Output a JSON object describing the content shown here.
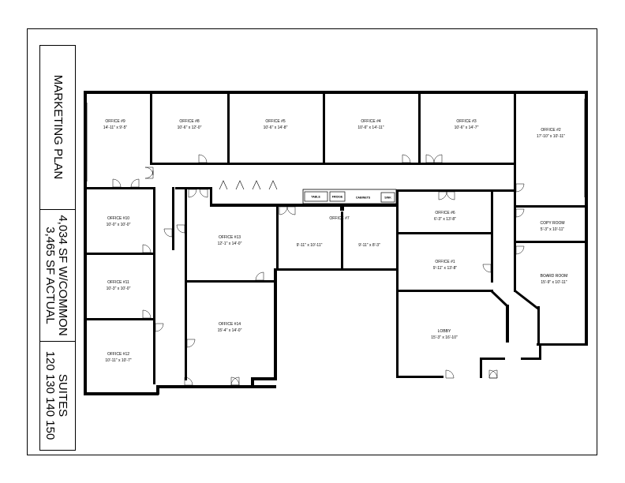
{
  "title_block": {
    "plan_title": "MARKETING PLAN",
    "area_common": "4,034 SF W/COMMON",
    "area_actual": "3,465 SF ACTUAL",
    "suites_label": "SUITES",
    "suites_numbers": "120 130 140 150"
  },
  "rooms": {
    "office_9": {
      "name": "OFFICE #9",
      "dim": "14'-11\" x 9'-5\""
    },
    "office_8": {
      "name": "OFFICE #8",
      "dim": "10'-6\" x 12'-0\""
    },
    "office_5": {
      "name": "OFFICE #5",
      "dim": "10'-6\" x 14'-8\""
    },
    "office_4": {
      "name": "OFFICE #4",
      "dim": "10'-6\" x 14'-11\""
    },
    "office_3": {
      "name": "OFFICE #3",
      "dim": "10'-6\" x 14'-7\""
    },
    "office_2": {
      "name": "OFFICE #2",
      "dim": "17'-10\" x 10'-11\""
    },
    "office_10": {
      "name": "OFFICE #10",
      "dim": "10'-0\" x 10'-0\""
    },
    "office_11": {
      "name": "OFFICE #11",
      "dim": "10'-3\" x 10'-0\""
    },
    "office_12": {
      "name": "OFFICE #12",
      "dim": "10'-11\" x 10'-7\""
    },
    "office_13": {
      "name": "OFFICE #13",
      "dim": "12'-1\" x 14'-0\""
    },
    "office_14": {
      "name": "OFFICE #14",
      "dim": "15'-4\" x 14'-0\""
    },
    "office_7": {
      "name": "OFFICE #7",
      "dim_left": "9'-11\" x 10'-11\"",
      "dim_right": "9'-11\" x 8'-3\""
    },
    "office_6": {
      "name": "OFFICE #6",
      "dim": "6'-3\" x 13'-8\""
    },
    "office_1": {
      "name": "OFFICE #1",
      "dim": "9'-11\" x 13'-8\""
    },
    "copy_room": {
      "name": "COPY ROOM",
      "dim": "5'-3\" x 10'-11\""
    },
    "board_room": {
      "name": "BOARD ROOM",
      "dim": "15'-9\" x 10'-11\""
    },
    "lobby": {
      "name": "LOBBY",
      "dim": "15'-3\" x 16'-10\""
    }
  },
  "fixtures": {
    "table": "TABLE",
    "fridge": "FRIDGE",
    "cabinets": "CABINETS",
    "sink": "SINK"
  }
}
